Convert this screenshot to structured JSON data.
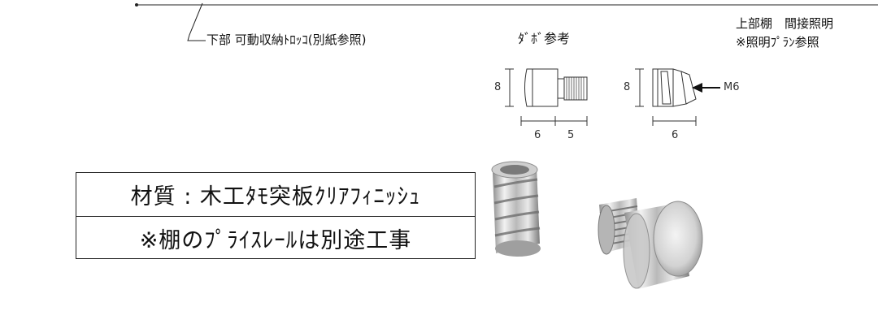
{
  "labels": {
    "lower_part": "下部 可動収納ﾄﾛｯｺ(別紙参照)",
    "dowel_title": "ﾀﾞﾎﾞ参考",
    "upper_shelf": "上部棚　間接照明",
    "lighting_ref": "※照明ﾌﾟﾗﾝ参照"
  },
  "dimensions": {
    "left_height": "8",
    "left_width_a": "6",
    "left_width_b": "5",
    "right_height": "8",
    "right_width": "6",
    "thread_callout": "M6"
  },
  "material_box": {
    "line1": "材質 : 木工ﾀﾓ突板ｸﾘｱﾌｨﾆｯｼｭ",
    "line2": "※棚のﾌﾟﾗｲｽﾚｰﾙは別途工事"
  },
  "colors": {
    "line": "#222222",
    "metal_light": "#e8e8e8",
    "metal_dark": "#8a8a8a"
  }
}
